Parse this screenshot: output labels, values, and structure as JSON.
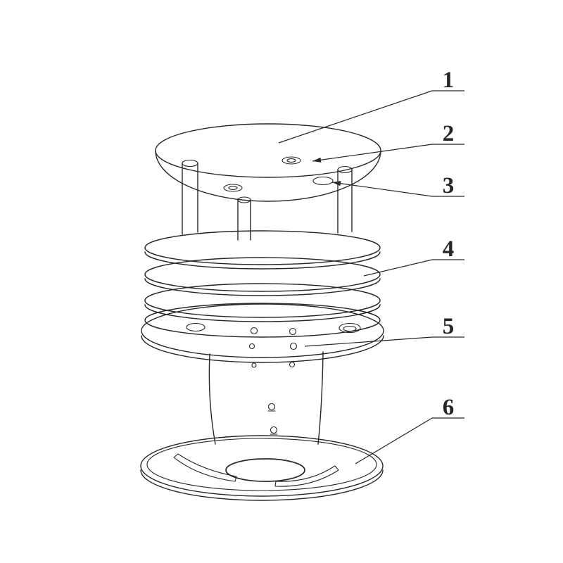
{
  "figure": {
    "callouts": [
      {
        "label": "1"
      },
      {
        "label": "2"
      },
      {
        "label": "3"
      },
      {
        "label": "4"
      },
      {
        "label": "5"
      },
      {
        "label": "6"
      }
    ]
  },
  "colors": {
    "line": "#262626",
    "background": "#ffffff"
  }
}
